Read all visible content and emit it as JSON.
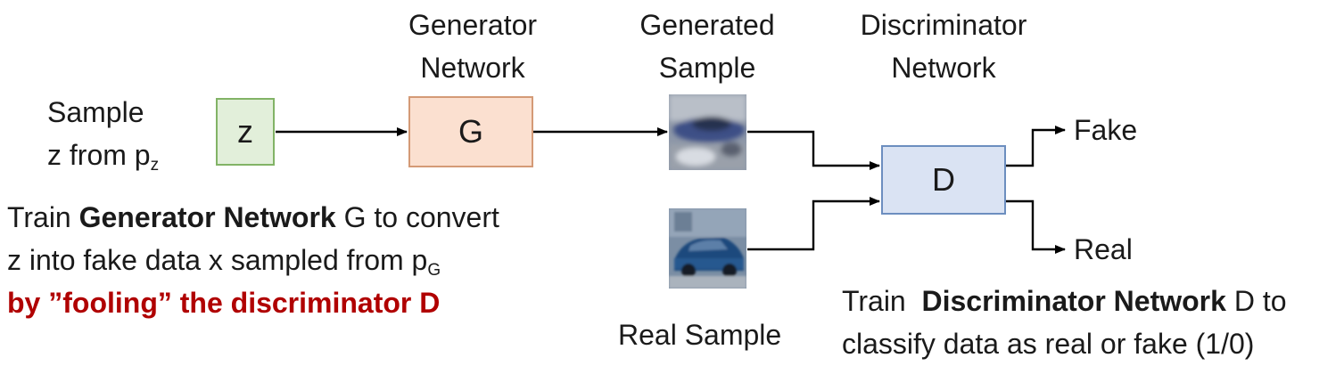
{
  "labels": {
    "generator_network": [
      "Generator",
      "Network"
    ],
    "generated_sample": [
      "Generated",
      "Sample"
    ],
    "discriminator_network": [
      "Discriminator",
      "Network"
    ],
    "sample_line1": "Sample",
    "sample_line2_prefix": "z from p",
    "sample_line2_sub": "z",
    "real_sample": "Real Sample",
    "fake": "Fake",
    "real": "Real"
  },
  "boxes": {
    "z": "z",
    "g": "G",
    "d": "D"
  },
  "generator_caption": {
    "l1_pre": "Train ",
    "l1_bold": "Generator Network",
    "l1_post": " G to convert",
    "l2_pre": "z into fake data x sampled from p",
    "l2_sub": "G",
    "l3": "by ”fooling” the discriminator D"
  },
  "discriminator_caption": {
    "l1_pre": "Train  ",
    "l1_bold": "Discriminator Network",
    "l1_post": " D to",
    "l2": "classify data as real or fake (1/0)"
  },
  "colors": {
    "z_fill": "#e2efda",
    "g_fill": "#fbe0d0",
    "d_fill": "#dae3f3",
    "highlight_text": "#b00000",
    "arrow": "#000000"
  }
}
